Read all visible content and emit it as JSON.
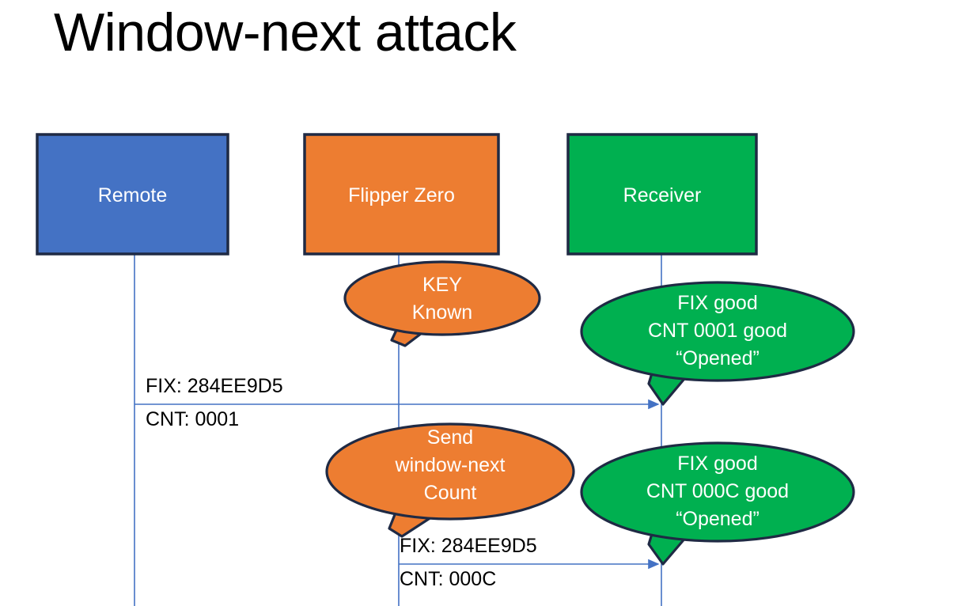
{
  "slide": {
    "title": "Window-next attack",
    "background": "#ffffff"
  },
  "colors": {
    "remote_fill": "#4472C4",
    "flipper_fill": "#ED7D31",
    "receiver_fill": "#00B050",
    "outline": "#1F2A44",
    "lifeline": "#4472C4",
    "arrow": "#4472C4",
    "node_text": "#ffffff",
    "label_text": "#000000"
  },
  "actors": [
    {
      "id": "remote",
      "label": "Remote"
    },
    {
      "id": "flipper",
      "label": "Flipper Zero"
    },
    {
      "id": "receiver",
      "label": "Receiver"
    }
  ],
  "bubbles": [
    {
      "id": "key-known",
      "owner": "flipper",
      "lines": [
        "KEY",
        "Known"
      ]
    },
    {
      "id": "receiver-ok-0001",
      "owner": "receiver",
      "lines": [
        "FIX good",
        "CNT 0001 good",
        "“Opened”"
      ]
    },
    {
      "id": "send-window-next",
      "owner": "flipper",
      "lines": [
        "Send",
        "window-next",
        "Count"
      ]
    },
    {
      "id": "receiver-ok-000c",
      "owner": "receiver",
      "lines": [
        "FIX good",
        "CNT 000C good",
        "“Opened”"
      ]
    }
  ],
  "messages": [
    {
      "id": "msg-remote-to-receiver",
      "from": "remote",
      "to": "receiver",
      "fix_label": "FIX: 284EE9D5",
      "cnt_label": "CNT: 0001"
    },
    {
      "id": "msg-flipper-to-receiver",
      "from": "flipper",
      "to": "receiver",
      "fix_label": "FIX: 284EE9D5",
      "cnt_label": "CNT: 000C"
    }
  ]
}
